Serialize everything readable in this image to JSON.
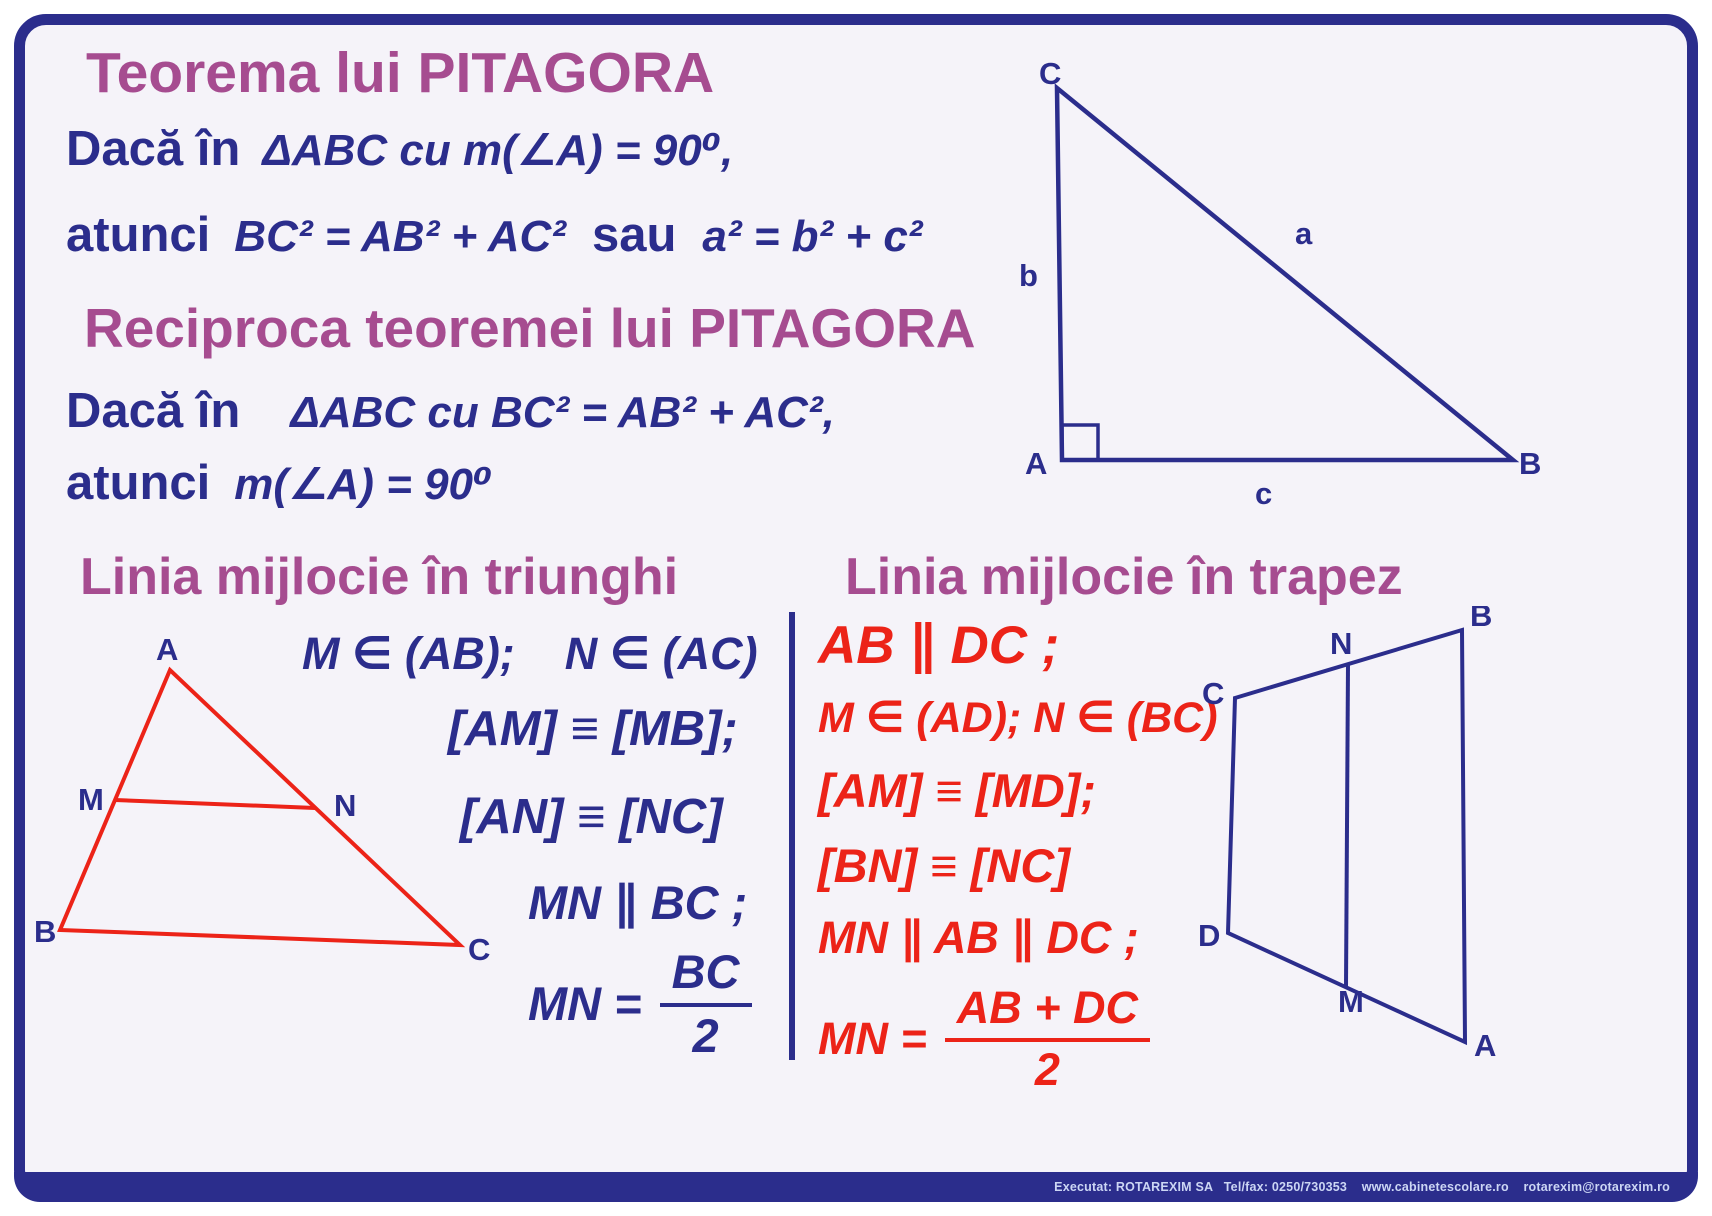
{
  "colors": {
    "navy": "#2b2d8c",
    "purple": "#a64c90",
    "red": "#ec2318",
    "background": "#f5f3f9"
  },
  "pitagora": {
    "title": "Teorema lui PITAGORA",
    "cond_label": "Dacă în",
    "cond_math": "ΔABC cu m(∠A) = 90⁰,",
    "concl_label": "atunci",
    "concl_math1": "BC² = AB² + AC²",
    "concl_sep": "sau",
    "concl_math2": "a² = b² + c²"
  },
  "reciproca": {
    "title": "Reciproca teoremei lui PITAGORA",
    "cond_label": "Dacă în",
    "cond_math": "ΔABC cu BC² = AB² + AC²,",
    "concl_label": "atunci",
    "concl_math": "m(∠A) = 90⁰"
  },
  "right_triangle": {
    "labels": {
      "A": "A",
      "B": "B",
      "C": "C",
      "a": "a",
      "b": "b",
      "c": "c"
    }
  },
  "linia_triunghi": {
    "title": "Linia mijlocie în triunghi",
    "f1": "M ∈ (AB);    N ∈ (AC)",
    "f2": "[AM] ≡ [MB];",
    "f3": "[AN] ≡ [NC]",
    "f4": "MN ∥ BC ;",
    "f5_lhs": "MN =",
    "f5_num": "BC",
    "f5_den": "2",
    "labels": {
      "A": "A",
      "B": "B",
      "C": "C",
      "M": "M",
      "N": "N"
    }
  },
  "linia_trapez": {
    "title": "Linia mijlocie în trapez",
    "f1": "AB ∥ DC ;",
    "f2": "M ∈ (AD); N ∈ (BC)",
    "f3": "[AM] ≡ [MD];",
    "f4": "[BN] ≡ [NC]",
    "f5": "MN ∥ AB ∥ DC ;",
    "f6_lhs": "MN =",
    "f6_num": "AB + DC",
    "f6_den": "2",
    "labels": {
      "A": "A",
      "B": "B",
      "C": "C",
      "D": "D",
      "M": "M",
      "N": "N"
    }
  },
  "footer": "Executat: ROTAREXIM SA   Tel/fax: 0250/730353    www.cabinetescolare.ro    rotarexim@rotarexim.ro"
}
